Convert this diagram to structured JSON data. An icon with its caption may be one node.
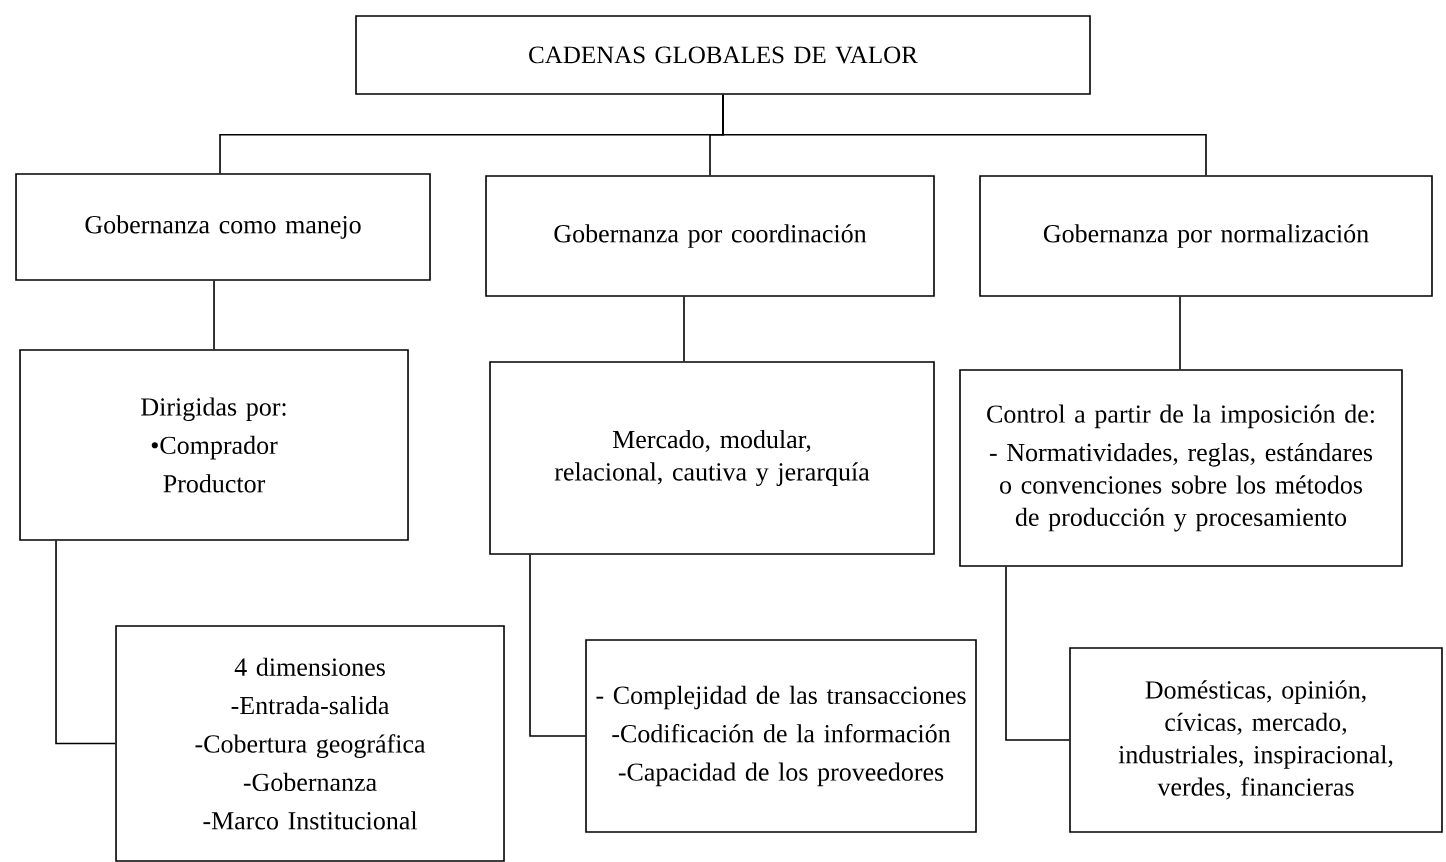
{
  "diagram": {
    "nodes": [
      {
        "text": [
          "CADENAS GLOBALES DE VALOR"
        ]
      },
      {
        "text": [
          "Gobernanza como manejo"
        ]
      },
      {
        "text": [
          "Gobernanza por coordinación"
        ]
      },
      {
        "text": [
          "Gobernanza por normalización"
        ]
      },
      {
        "text": [
          "Dirigidas por:",
          "•Comprador",
          "Productor"
        ]
      },
      {
        "text": [
          "Mercado, modular, relacional, cautiva y jerarquía"
        ]
      },
      {
        "text": [
          "Control a partir de la imposición de:",
          "- Normatividades, reglas, estándares o convenciones sobre los métodos de producción y procesamiento"
        ]
      },
      {
        "text": [
          "4 dimensiones",
          "-Entrada-salida",
          "-Cobertura geográfica",
          "-Gobernanza",
          "-Marco Institucional"
        ]
      },
      {
        "text": [
          "- Complejidad de las transacciones",
          "-Codificación de la información",
          "-Capacidad de los proveedores"
        ]
      },
      {
        "text": [
          "Domésticas, opinión, cívicas, mercado, industriales, inspiracional, verdes, financieras"
        ]
      }
    ],
    "edges": [
      {
        "from": 0,
        "to": 1,
        "arrow": "none"
      },
      {
        "from": 0,
        "to": 2,
        "arrow": "none"
      },
      {
        "from": 0,
        "to": 3,
        "arrow": "none"
      },
      {
        "from": 1,
        "to": 4,
        "arrow": "none"
      },
      {
        "from": 2,
        "to": 5,
        "arrow": "none"
      },
      {
        "from": 3,
        "to": 6,
        "arrow": "none"
      },
      {
        "from": 4,
        "to": 7,
        "arrow": "none"
      },
      {
        "from": 5,
        "to": 8,
        "arrow": "none"
      },
      {
        "from": 6,
        "to": 9,
        "arrow": "none"
      }
    ]
  }
}
